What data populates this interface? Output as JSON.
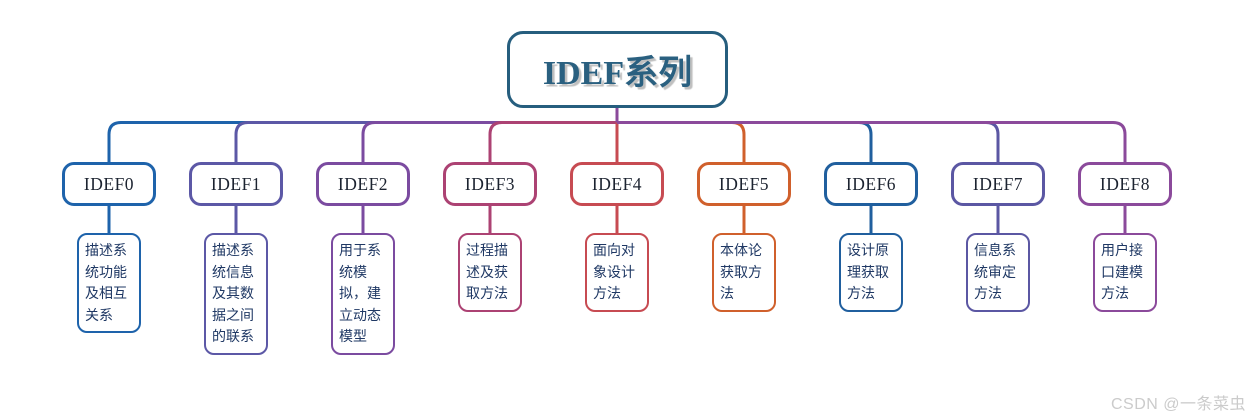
{
  "root": {
    "label": "IDEF系列",
    "border_color": "#265e7e",
    "text_color": "#2a6080"
  },
  "children": [
    {
      "label": "IDEF0",
      "desc": "描述系\n统功能\n及相互\n关系",
      "color": "#1e63ab"
    },
    {
      "label": "IDEF1",
      "desc": "描述系\n统信息\n及其数\n据之间\n的联系",
      "color": "#5c58a6"
    },
    {
      "label": "IDEF2",
      "desc": "用于系\n统模\n拟，建\n立动态\n模型",
      "color": "#7b4ba0"
    },
    {
      "label": "IDEF3",
      "desc": "过程描\n述及获\n取方法",
      "color": "#ac4273"
    },
    {
      "label": "IDEF4",
      "desc": "面向对\n象设计\n方法",
      "color": "#c74b52"
    },
    {
      "label": "IDEF5",
      "desc": "本体论\n获取方\n法",
      "color": "#d0602c"
    },
    {
      "label": "IDEF6",
      "desc": "设计原\n理获取\n方法",
      "color": "#205f9e"
    },
    {
      "label": "IDEF7",
      "desc": "信息系\n统审定\n方法",
      "color": "#5b57a3"
    },
    {
      "label": "IDEF8",
      "desc": "用户接\n口建模\n方法",
      "color": "#8b4a9b"
    }
  ],
  "connector_root_color": "#8b4a9b",
  "label_text_color": "#1c2330",
  "desc_text_color": "#1f3864",
  "watermark": "CSDN @一条菜虫"
}
